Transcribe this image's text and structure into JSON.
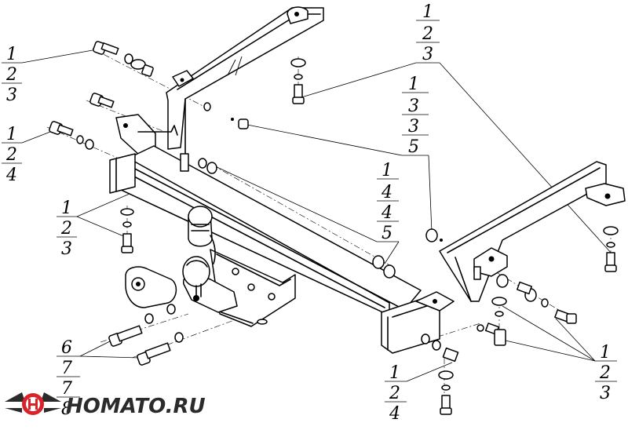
{
  "callouts": {
    "left_top": [
      "1",
      "2",
      "3"
    ],
    "left_mid": [
      "1",
      "2",
      "4"
    ],
    "left_lower": [
      "1",
      "2",
      "3"
    ],
    "right_top": [
      "1",
      "2",
      "3"
    ],
    "right_second": [
      "1",
      "3",
      "3",
      "5"
    ],
    "center": [
      "1",
      "4",
      "4",
      "5"
    ],
    "bottom_left": [
      "6",
      "7",
      "7",
      "8"
    ],
    "bottom_center": [
      "1",
      "2",
      "4"
    ],
    "bottom_right": [
      "1",
      "2",
      "3"
    ]
  },
  "logo": {
    "text": "HOMATO.RU",
    "icon": "wing-logo-icon",
    "accent": "#d8232a"
  }
}
